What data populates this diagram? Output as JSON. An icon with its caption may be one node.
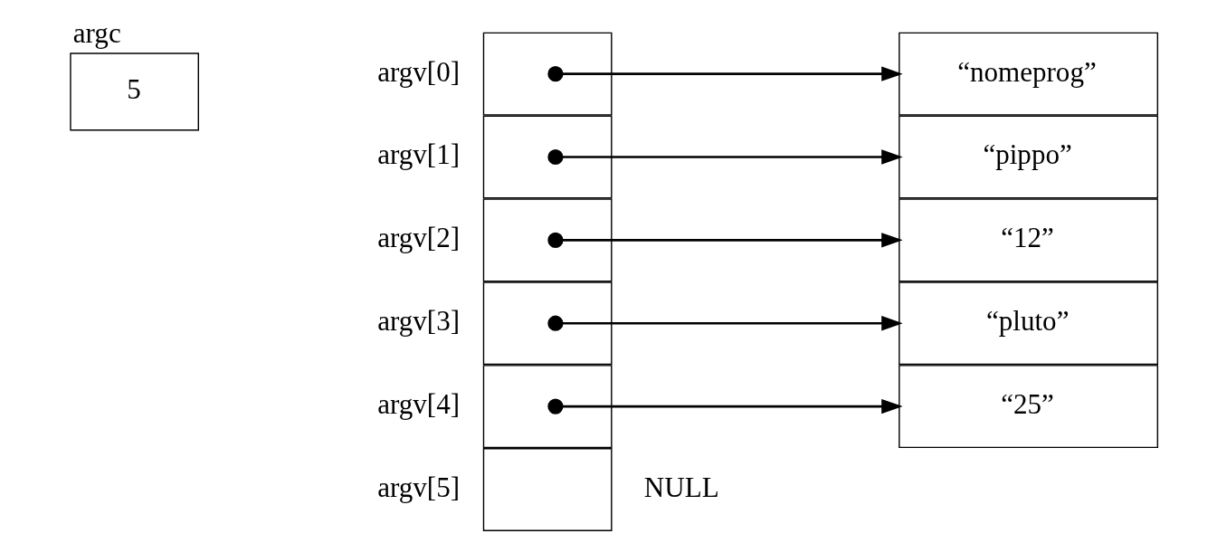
{
  "diagram": {
    "nodes": [
      {
        "text": [
          "5"
        ],
        "beside": [
          "argc"
        ]
      },
      {
        "text": [],
        "shape": "box",
        "beside": [
          "argv[0]"
        ]
      },
      {
        "text": [],
        "shape": "box",
        "beside": [
          "argv[1]"
        ]
      },
      {
        "text": [],
        "shape": "box",
        "beside": [
          "argv[2]"
        ]
      },
      {
        "text": [],
        "shape": "box",
        "beside": [
          "argv[3]"
        ]
      },
      {
        "text": [],
        "shape": "box",
        "beside": [
          "argv[4]"
        ]
      },
      {
        "text": [],
        "shape": "box",
        "beside": [
          "argv[5]",
          "NULL"
        ]
      },
      {
        "text": [
          "“nomeprog”"
        ]
      },
      {
        "text": [
          "“pippo”"
        ]
      },
      {
        "text": [
          "“12”"
        ]
      },
      {
        "text": [
          "“pluto”"
        ]
      },
      {
        "text": [
          "“25”"
        ]
      }
    ],
    "edges": [
      {
        "from": 1,
        "to": 7,
        "arrow": "to"
      },
      {
        "from": 2,
        "to": 8,
        "arrow": "to"
      },
      {
        "from": 3,
        "to": 9,
        "arrow": "to"
      },
      {
        "from": 4,
        "to": 10,
        "arrow": "to"
      },
      {
        "from": 5,
        "to": 11,
        "arrow": "to"
      }
    ]
  }
}
